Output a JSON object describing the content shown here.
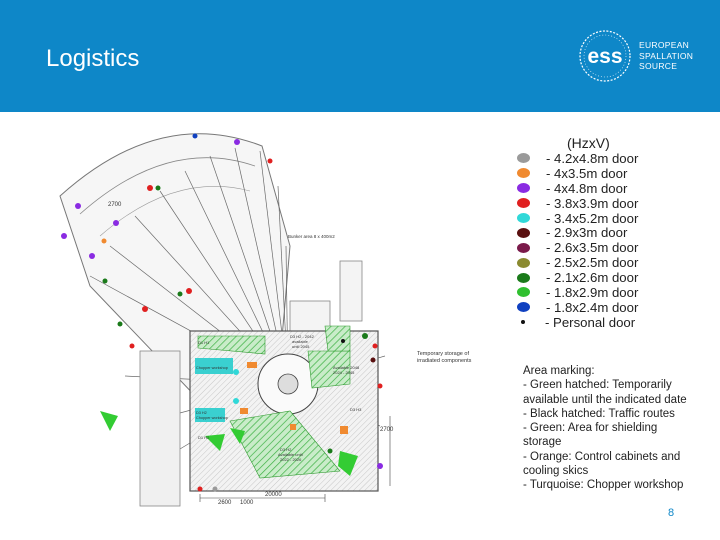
{
  "slide": {
    "title": "Logistics",
    "page_number": "8"
  },
  "logo": {
    "mark": "ess",
    "lines": [
      "EUROPEAN",
      "SPALLATION",
      "SOURCE"
    ]
  },
  "legend": {
    "heading": "(HzxV)",
    "items": [
      {
        "color": "#9a9a9a",
        "label": "- 4.2x4.8m door"
      },
      {
        "color": "#f08a30",
        "label": "- 4x3.5m door"
      },
      {
        "color": "#8a2be2",
        "label": "- 4x4.8m door"
      },
      {
        "color": "#e02020",
        "label": "- 3.8x3.9m door"
      },
      {
        "color": "#30d8d8",
        "label": "- 3.4x5.2m door"
      },
      {
        "color": "#5a1010",
        "label": "- 2.9x3m door"
      },
      {
        "color": "#7a1a4a",
        "label": "- 2.6x3.5m door"
      },
      {
        "color": "#8a8a30",
        "label": "- 2.5x2.5m door"
      },
      {
        "color": "#1a7a1a",
        "label": "- 2.1x2.6m door"
      },
      {
        "color": "#30c030",
        "label": "- 1.8x2.9m door"
      },
      {
        "color": "#1040c0",
        "label": "- 1.8x2.4m door"
      },
      {
        "color": "#111111",
        "label": "- Personal door"
      }
    ]
  },
  "area_marking": [
    "Area marking:",
    "- Green hatched: Temporarily",
    "available until the indicated date",
    "- Black hatched: Traffic routes",
    "- Green: Area for shielding",
    "storage",
    "- Orange: Control cabinets and",
    "cooling skics",
    "- Turquoise: Chopper workshop"
  ],
  "plan_labels": {
    "dim_2700_left": "2700",
    "dim_2700_right": "2700",
    "dim_2600": "2600",
    "dim_1000": "1000",
    "dim_20000": "20000",
    "temp_storage_1": "Temporary storage of",
    "temp_storage_2": "irradiated components",
    "bunker_note": "Bunker area 8 x 400m2",
    "green_label_1": "D3 H2 - 2042",
    "green_label_2": "available",
    "green_label_3": "until 2045",
    "green_label_4": "Available 2048",
    "green_label_5": "2024 - 2045",
    "green_label_6": "D3 H2",
    "green_label_7": "Available until",
    "green_label_8": "2022 - 2026",
    "chopper_1": "Chopper workshop",
    "chopper_2": "D3 H2",
    "chopper_3": "Chopper workshop",
    "room_1": "D1 H1",
    "room_2": "D1 H2",
    "room_3": "D3 H3"
  }
}
